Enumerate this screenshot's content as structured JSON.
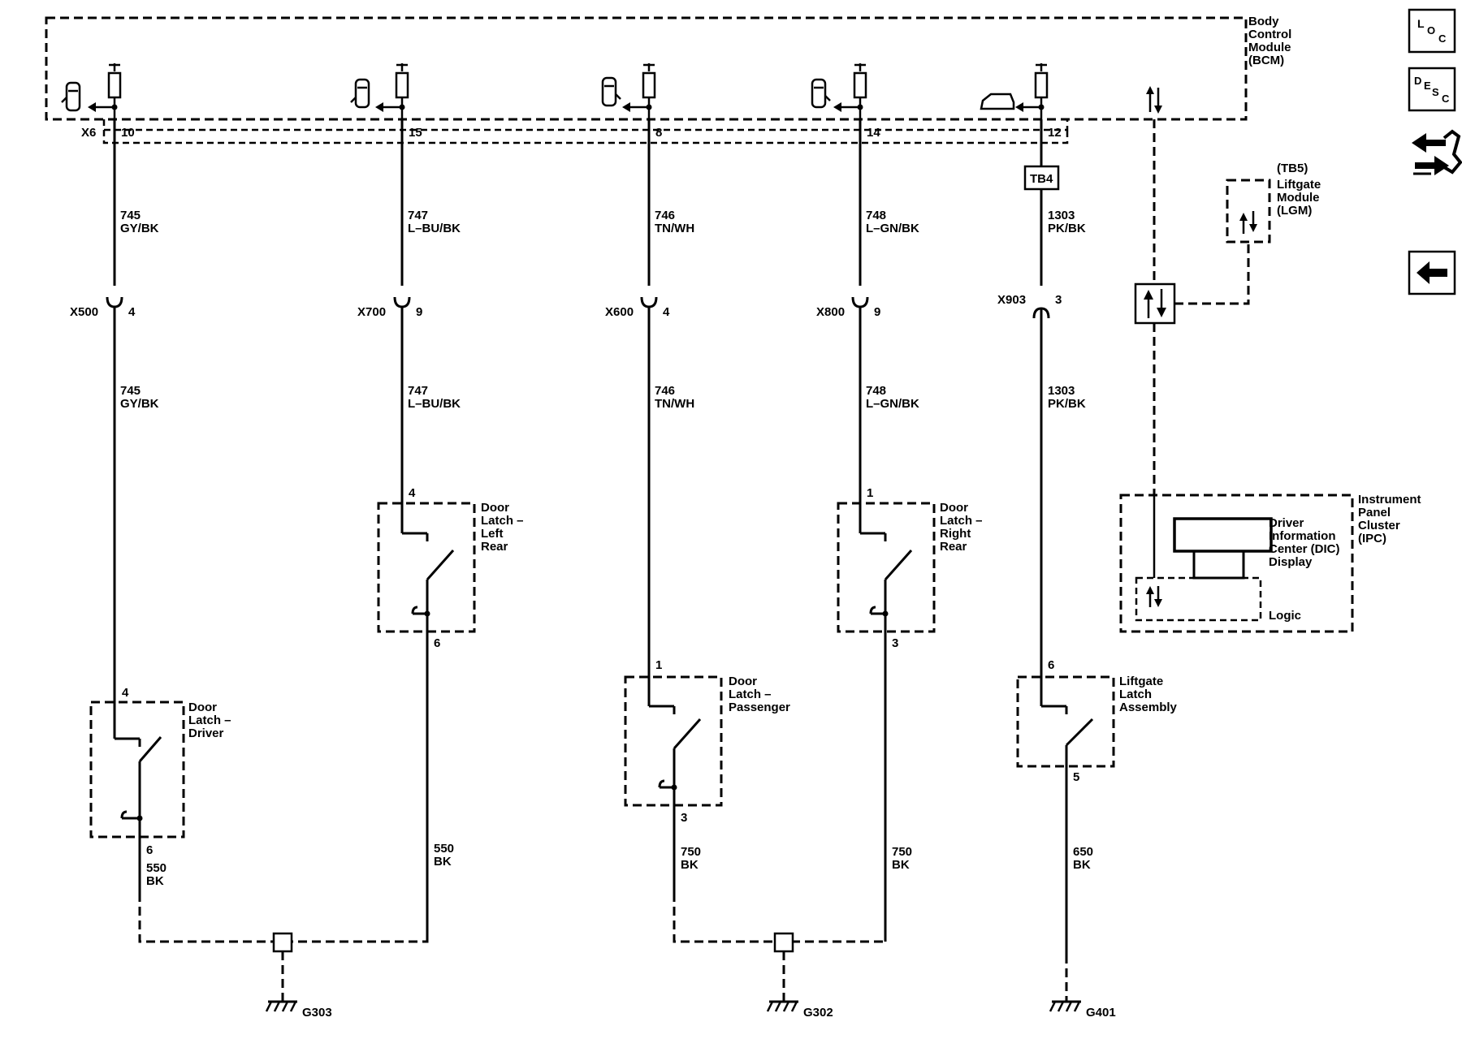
{
  "bcm": {
    "label_lines": [
      "Body",
      "Control",
      "Module",
      "(BCM)"
    ],
    "connector": "X6",
    "pins": [
      "10",
      "15",
      "8",
      "14",
      "12"
    ]
  },
  "circuits": [
    {
      "wire_num": "745",
      "wire_color": "GY/BK",
      "inline_conn": "X500",
      "inline_pin": "4",
      "comp_pin_top": "4",
      "comp_pin_bottom": "6",
      "gnd_wire_num": "550",
      "gnd_wire_color": "BK",
      "comp_label": [
        "Door",
        "Latch –",
        "Driver"
      ]
    },
    {
      "wire_num": "747",
      "wire_color": "L–BU/BK",
      "inline_conn": "X700",
      "inline_pin": "9",
      "comp_pin_top": "4",
      "comp_pin_bottom": "6",
      "gnd_wire_num": "550",
      "gnd_wire_color": "BK",
      "comp_label": [
        "Door",
        "Latch –",
        "Left",
        "Rear"
      ]
    },
    {
      "wire_num": "746",
      "wire_color": "TN/WH",
      "inline_conn": "X600",
      "inline_pin": "4",
      "comp_pin_top": "1",
      "comp_pin_bottom": "3",
      "gnd_wire_num": "750",
      "gnd_wire_color": "BK",
      "comp_label": [
        "Door",
        "Latch –",
        "Passenger"
      ]
    },
    {
      "wire_num": "748",
      "wire_color": "L–GN/BK",
      "inline_conn": "X800",
      "inline_pin": "9",
      "comp_pin_top": "1",
      "comp_pin_bottom": "3",
      "gnd_wire_num": "750",
      "gnd_wire_color": "BK",
      "comp_label": [
        "Door",
        "Latch –",
        "Right",
        "Rear"
      ]
    },
    {
      "wire_num": "1303",
      "wire_color": "PK/BK",
      "inline_conn": "X903",
      "inline_pin": "3",
      "comp_pin_top": "6",
      "comp_pin_bottom": "5",
      "gnd_wire_num": "650",
      "gnd_wire_color": "BK",
      "comp_label": [
        "Liftgate",
        "Latch",
        "Assembly"
      ]
    }
  ],
  "tb4_label": "TB4",
  "lgm": {
    "ref": "(TB5)",
    "label_lines": [
      "Liftgate",
      "Module",
      "(LGM)"
    ]
  },
  "ipc": {
    "label_lines": [
      "Instrument",
      "Panel",
      "Cluster",
      "(IPC)"
    ],
    "dic_lines": [
      "Driver",
      "Information",
      "Center (DIC)",
      "Display"
    ],
    "logic": "Logic"
  },
  "grounds": [
    "G303",
    "G302",
    "G401"
  ],
  "nav": {
    "loc": {
      "l": "L",
      "o": "O",
      "c": "C"
    },
    "desc": {
      "d": "D",
      "e": "E",
      "s": "S",
      "c": "C"
    },
    "icons": [
      "connector-swap-icon",
      "back-arrow-icon"
    ]
  }
}
